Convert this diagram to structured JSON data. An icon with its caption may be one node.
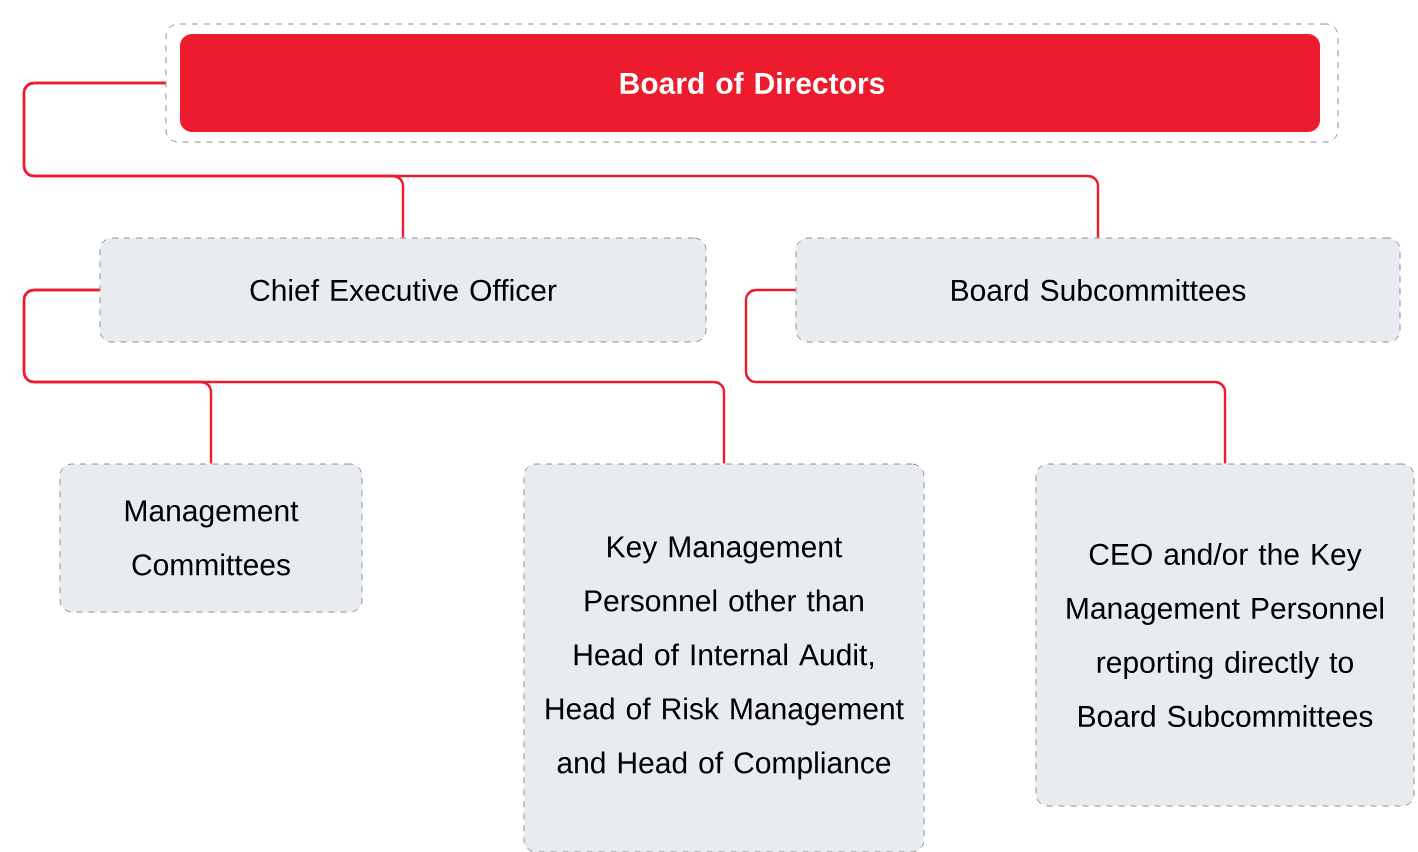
{
  "diagram": {
    "nodes": [
      {
        "text": [
          "Board of Directors"
        ]
      },
      {
        "text": [
          "Chief Executive Officer"
        ]
      },
      {
        "text": [
          "Board Subcommittees"
        ]
      },
      {
        "text": [
          "Management Committees"
        ]
      },
      {
        "text": [
          "Key Management Personnel other than Head of Internal Audit, Head of Risk Management and Head of Compliance"
        ]
      },
      {
        "text": [
          "CEO and/or the Key Management Personnel reporting directly to Board Subcommittees"
        ]
      }
    ],
    "edges": [
      {
        "from": 0,
        "to": 1,
        "arrow": "none"
      },
      {
        "from": 0,
        "to": 2,
        "arrow": "none"
      },
      {
        "from": 1,
        "to": 3,
        "arrow": "none"
      },
      {
        "from": 1,
        "to": 4,
        "arrow": "none"
      },
      {
        "from": 2,
        "to": 5,
        "arrow": "none"
      }
    ]
  }
}
